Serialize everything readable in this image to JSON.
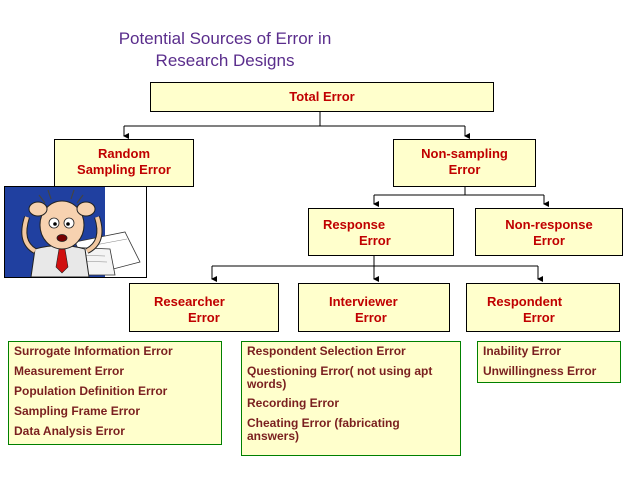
{
  "title": {
    "line1": "Potential Sources of Error in",
    "line2": "Research Designs"
  },
  "nodes": {
    "total": "Total Error",
    "random": {
      "l1": "Random",
      "l2": "Sampling Error"
    },
    "nonsampling": {
      "l1": "Non-sampling",
      "l2": "Error"
    },
    "response": {
      "l1": "Response",
      "l2": "Error"
    },
    "nonresponse": {
      "l1": "Non-response",
      "l2": "Error"
    },
    "researcher": {
      "l1": "Researcher",
      "l2": "Error"
    },
    "interviewer": {
      "l1": "Interviewer",
      "l2": "Error"
    },
    "respondent": {
      "l1": "Respondent",
      "l2": "Error"
    }
  },
  "lists": {
    "researcher": [
      "Surrogate Information Error",
      "Measurement Error",
      "Population Definition Error",
      "Sampling Frame Error",
      "Data Analysis Error"
    ],
    "interviewer": [
      "Respondent Selection Error",
      "Questioning Error( not using apt words)",
      "Recording Error",
      "Cheating Error (fabricating answers)"
    ],
    "respondent": [
      "Inability Error",
      "Unwillingness Error"
    ]
  },
  "illustration": "stressed-person-clipart"
}
